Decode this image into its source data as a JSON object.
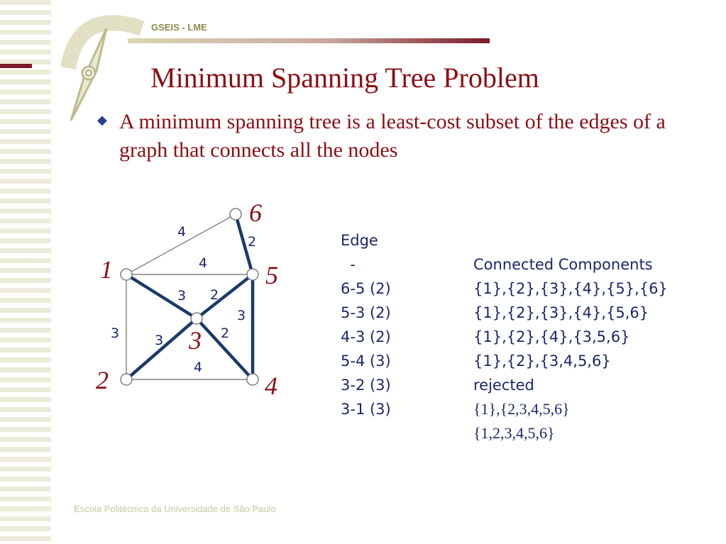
{
  "header": {
    "label": "GSEIS - LME"
  },
  "slide": {
    "title": "Minimum Spanning Tree Problem",
    "bullet": "A minimum spanning tree is a least-cost subset of the edges of a graph that connects all the nodes"
  },
  "graph": {
    "nodes": [
      {
        "id": "1",
        "label": "1"
      },
      {
        "id": "2",
        "label": "2"
      },
      {
        "id": "3",
        "label": "3"
      },
      {
        "id": "4",
        "label": "4"
      },
      {
        "id": "5",
        "label": "5"
      },
      {
        "id": "6",
        "label": "6"
      }
    ],
    "edges": [
      {
        "from": "1",
        "to": "6",
        "weight": "4",
        "in_tree": false
      },
      {
        "from": "6",
        "to": "5",
        "weight": "2",
        "in_tree": true
      },
      {
        "from": "1",
        "to": "5",
        "weight": "4",
        "in_tree": false
      },
      {
        "from": "1",
        "to": "3",
        "weight": "3",
        "in_tree": true
      },
      {
        "from": "5",
        "to": "3",
        "weight": "2",
        "in_tree": true
      },
      {
        "from": "5",
        "to": "4",
        "weight": "3",
        "in_tree": true
      },
      {
        "from": "1",
        "to": "2",
        "weight": "3",
        "in_tree": false
      },
      {
        "from": "2",
        "to": "3",
        "weight": "3",
        "in_tree": true
      },
      {
        "from": "3",
        "to": "4",
        "weight": "2",
        "in_tree": true
      },
      {
        "from": "2",
        "to": "4",
        "weight": "4",
        "in_tree": false
      }
    ],
    "tree_color": "#1a3a6b",
    "edge_color": "#6a6a6a",
    "node_label_color": "#8b0f14"
  },
  "table": {
    "header": {
      "edge": "Edge",
      "components": "Connected Components"
    },
    "rows": [
      {
        "edge": "  -",
        "components": "{1},{2},{3},{4},{5},{6}"
      },
      {
        "edge": "6-5 (2)",
        "components": "{1},{2},{3},{4},{5,6}"
      },
      {
        "edge": "5-3 (2)",
        "components": "{1},{2},{4},{3,5,6}"
      },
      {
        "edge": "4-3 (2)",
        "components": "{1},{2},{3,4,5,6}"
      },
      {
        "edge": "5-4 (3)",
        "components": "rejected"
      },
      {
        "edge": "3-2 (3)",
        "components": "{1},{2,3,4,5,6}"
      },
      {
        "edge": "3-1 (3)",
        "components": "{1,2,3,4,5,6}"
      }
    ]
  },
  "footer": {
    "text": "Escola Politécnica da Universidade de São Paulo"
  }
}
